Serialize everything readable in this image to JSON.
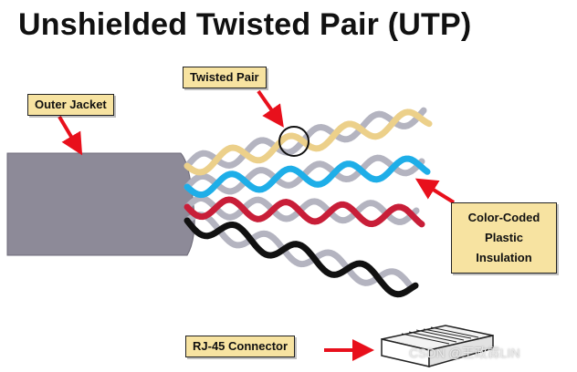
{
  "title": "Unshielded Twisted Pair (UTP)",
  "labels": {
    "outer_jacket": "Outer Jacket",
    "twisted_pair": "Twisted Pair",
    "color_coded": [
      "Color-Coded",
      "Plastic",
      "Insulation"
    ],
    "rj45": "RJ-45 Connector"
  },
  "watermark": "CSDN @王政霖LIN",
  "colors": {
    "jacket": "#8d8a98",
    "wire_gray": "#b4b4c0",
    "wire_yellow": "#ecd08a",
    "wire_blue": "#1eaee8",
    "wire_red": "#c81e38",
    "wire_black": "#111111",
    "arrow": "#e8101c",
    "label_bg": "#f7e3a1"
  },
  "icons": [
    "arrow-icon",
    "circle-marker-icon",
    "connector-icon"
  ]
}
